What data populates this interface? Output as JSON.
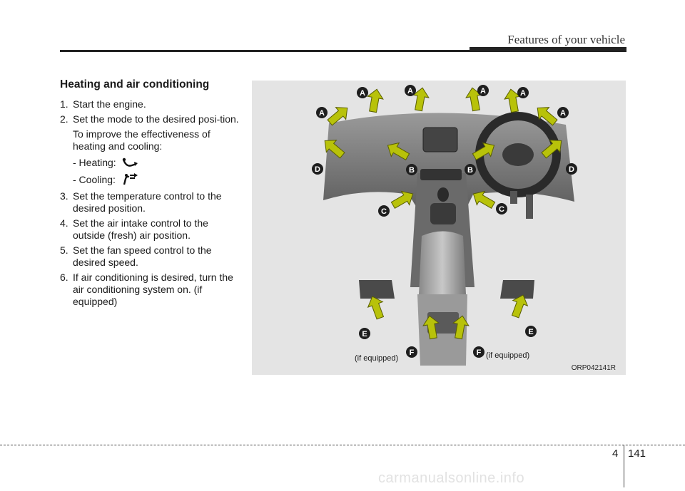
{
  "header": {
    "title": "Features of your vehicle"
  },
  "section": {
    "title": "Heating and air conditioning",
    "steps": [
      {
        "num": "1.",
        "text": "Start the engine."
      },
      {
        "num": "2.",
        "text": "Set the mode to the desired posi-tion."
      },
      {
        "num": "3.",
        "text": "Set the temperature control to the desired position."
      },
      {
        "num": "4.",
        "text": "Set the air intake control to the outside (fresh) air position."
      },
      {
        "num": "5.",
        "text": "Set the fan speed control to the desired speed."
      },
      {
        "num": "6.",
        "text": "If air conditioning is desired, turn the air conditioning system on. (if equipped)"
      }
    ],
    "tip": "To improve the effectiveness of heating and cooling:",
    "heating_label": "- Heating:",
    "cooling_label": "- Cooling:",
    "icons": {
      "heating": "floor-mode-icon",
      "cooling": "face-mode-icon"
    }
  },
  "figure": {
    "code": "ORP042141R",
    "if_equipped_left": "(if equipped)",
    "if_equipped_right": "(if equipped)",
    "vent_labels": [
      "A",
      "A",
      "A",
      "A",
      "A",
      "A",
      "B",
      "B",
      "C",
      "C",
      "D",
      "D",
      "E",
      "E",
      "F",
      "F"
    ],
    "colors": {
      "arrow": "#b8c20a",
      "badge": "#1e1e1e",
      "background": "#e4e4e4"
    }
  },
  "footer": {
    "chapter": "4",
    "page": "141"
  },
  "watermark": "carmanualsonline.info"
}
